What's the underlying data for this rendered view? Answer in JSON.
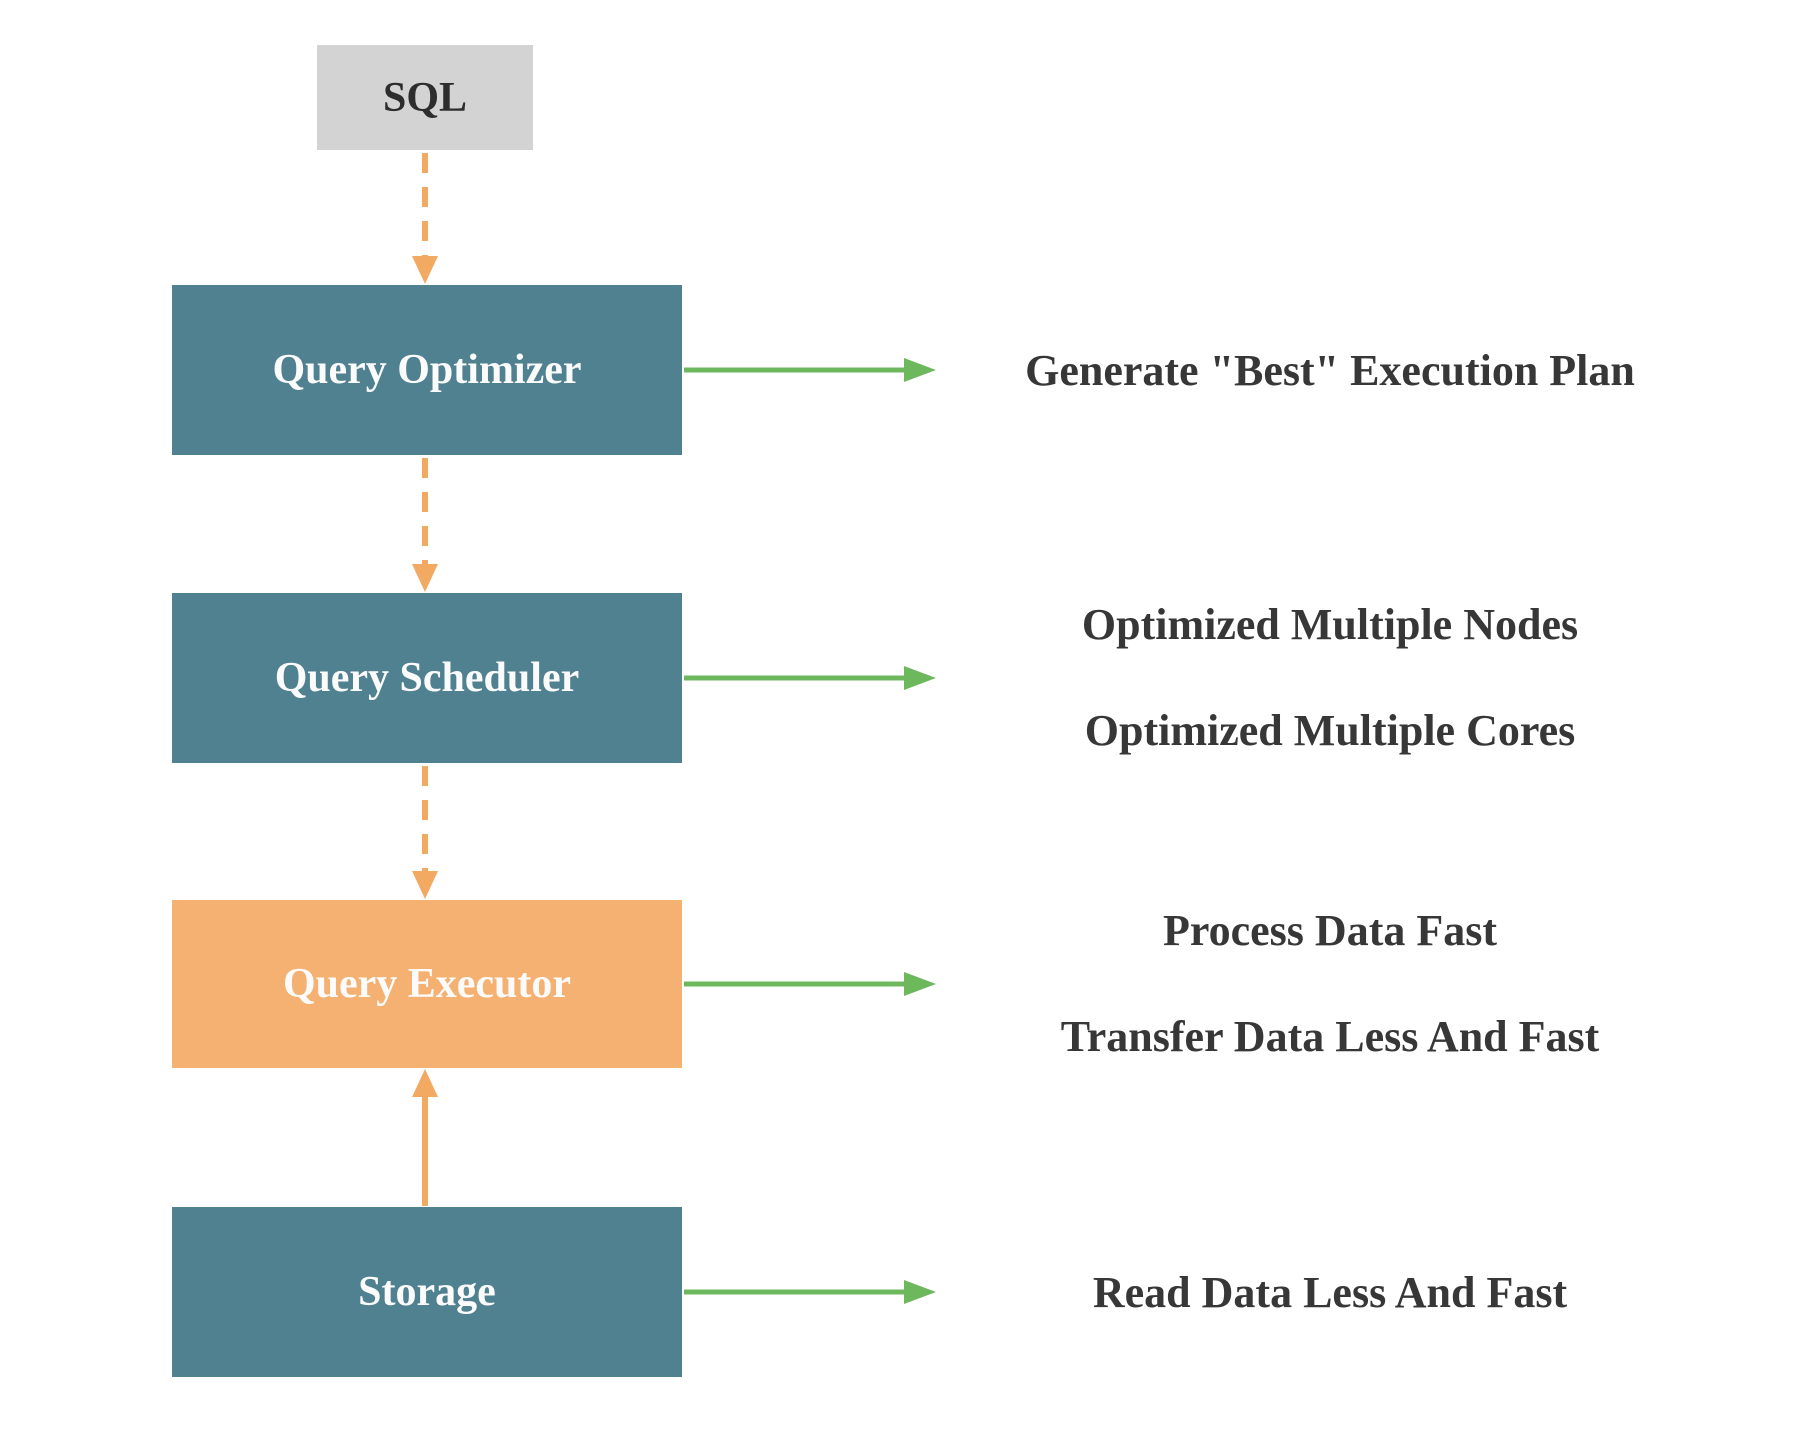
{
  "diagram": {
    "type": "flowchart",
    "nodes": [
      {
        "id": "sql",
        "label": "SQL",
        "fill": "#d3d3d3",
        "text_color": "#2d2d2d"
      },
      {
        "id": "query-optimizer",
        "label": "Query Optimizer",
        "fill": "#4f8191",
        "text_color": "#fbfbfb"
      },
      {
        "id": "query-scheduler",
        "label": "Query Scheduler",
        "fill": "#4f8191",
        "text_color": "#fbfbfb"
      },
      {
        "id": "query-executor",
        "label": "Query Executor",
        "fill": "#f4b171",
        "text_color": "#fbfbfb"
      },
      {
        "id": "storage",
        "label": "Storage",
        "fill": "#4f8191",
        "text_color": "#fbfbfb"
      }
    ],
    "edges": [
      {
        "from": "sql",
        "to": "query-optimizer",
        "style": "dashed",
        "direction": "down",
        "color": "#f2aa63"
      },
      {
        "from": "query-optimizer",
        "to": "query-scheduler",
        "style": "dashed",
        "direction": "down",
        "color": "#f2aa63"
      },
      {
        "from": "query-scheduler",
        "to": "query-executor",
        "style": "dashed",
        "direction": "down",
        "color": "#f2aa63"
      },
      {
        "from": "storage",
        "to": "query-executor",
        "style": "solid",
        "direction": "up",
        "color": "#f2aa63"
      }
    ],
    "annotations": [
      {
        "for": "query-optimizer",
        "lines": [
          "Generate \"Best\" Execution Plan"
        ]
      },
      {
        "for": "query-scheduler",
        "lines": [
          "Optimized Multiple Nodes",
          "Optimized Multiple Cores"
        ]
      },
      {
        "for": "query-executor",
        "lines": [
          "Process Data Fast",
          "Transfer Data Less And Fast"
        ]
      },
      {
        "for": "storage",
        "lines": [
          "Read Data Less And Fast"
        ]
      }
    ],
    "colors": {
      "teal_box": "#4f8191",
      "orange_box": "#f4b171",
      "gray_box": "#d3d3d3",
      "orange_arrow": "#f2aa63",
      "green_arrow": "#6db75d",
      "annotation_text": "#373737",
      "box_label_text": "#fbfbfb"
    }
  }
}
